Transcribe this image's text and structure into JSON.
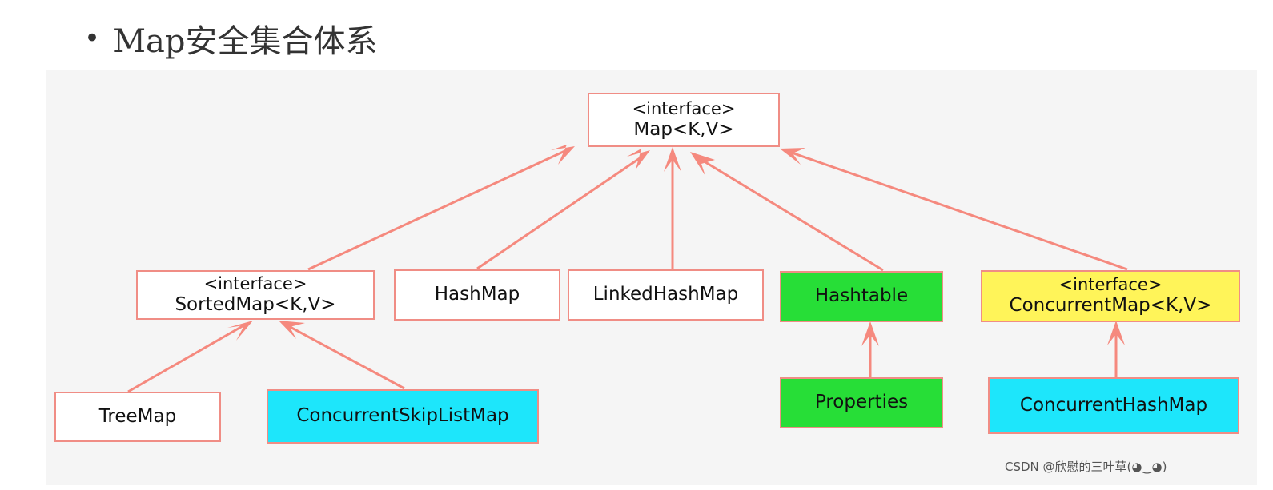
{
  "title": {
    "bullet": "•",
    "text": "Map安全集合体系"
  },
  "colors": {
    "edge": "#f5897e",
    "border": "#f08d85",
    "plain": "#ffffff",
    "green": "#27de37",
    "cyan": "#1de6fb",
    "yellow": "#fff459"
  },
  "nodes": {
    "map": {
      "stereotype": "<interface>",
      "name": "Map<K,V>"
    },
    "sorted_map": {
      "stereotype": "<interface>",
      "name": "SortedMap<K,V>"
    },
    "hash_map": {
      "name": "HashMap"
    },
    "linked_hash_map": {
      "name": "LinkedHashMap"
    },
    "hashtable": {
      "name": "Hashtable",
      "fill": "green"
    },
    "concurrent_map": {
      "stereotype": "<interface>",
      "name": "ConcurrentMap<K,V>",
      "fill": "yellow"
    },
    "tree_map": {
      "name": "TreeMap"
    },
    "concurrent_skip_list_map": {
      "name": "ConcurrentSkipListMap",
      "fill": "cyan"
    },
    "properties": {
      "name": "Properties",
      "fill": "green"
    },
    "concurrent_hash_map": {
      "name": "ConcurrentHashMap",
      "fill": "cyan"
    }
  },
  "edges": [
    {
      "from": "sorted_map",
      "to": "map"
    },
    {
      "from": "hash_map",
      "to": "map"
    },
    {
      "from": "linked_hash_map",
      "to": "map"
    },
    {
      "from": "hashtable",
      "to": "map"
    },
    {
      "from": "concurrent_map",
      "to": "map"
    },
    {
      "from": "tree_map",
      "to": "sorted_map"
    },
    {
      "from": "concurrent_skip_list_map",
      "to": "sorted_map"
    },
    {
      "from": "properties",
      "to": "hashtable"
    },
    {
      "from": "concurrent_hash_map",
      "to": "concurrent_map"
    }
  ],
  "watermark": "CSDN @欣慰的三叶草(◕‿◕)"
}
